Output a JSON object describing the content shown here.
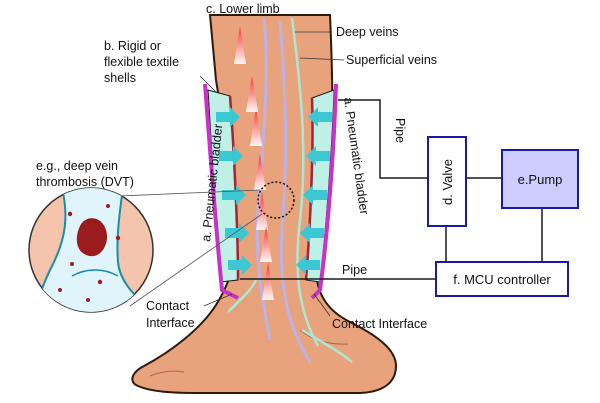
{
  "labels": {
    "lower_limb": "c. Lower limb",
    "shells_line1": "b. Rigid or",
    "shells_line2": "flexible textile",
    "shells_line3": "shells",
    "deep_veins": "Deep veins",
    "superficial_veins": "Superficial veins",
    "bladder_left": "a. Pneumatic bladder",
    "bladder_right": "a. Pneumatic bladder",
    "pipe_upper": "Pipe",
    "pipe_lower": "Pipe",
    "dvt_line1": "e.g., deep vein",
    "dvt_line2": "thrombosis (DVT)",
    "contact_left_line1": "Contact",
    "contact_left_line2": "Interface",
    "contact_right": "Contact Interface"
  },
  "components": {
    "valve": "d. Valve",
    "pump": "e.Pump",
    "controller": "f. MCU controller"
  },
  "colors": {
    "skin": "#e8a27c",
    "skin_dark": "#c97e5e",
    "shell": "#c832c8",
    "bladder": "#bff0e6",
    "arrow": "#3cc8d2",
    "box_fill": "#ccccff",
    "box_stroke": "#1a1aa8",
    "vessel": "#dff4fb",
    "clot": "#9b1c1c"
  }
}
